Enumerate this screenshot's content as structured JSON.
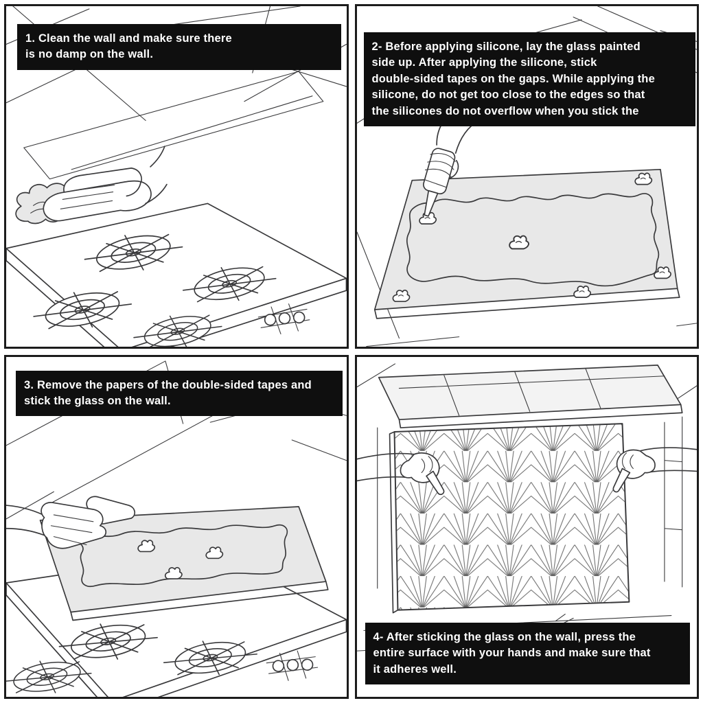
{
  "document": {
    "title": "Glass backsplash installation instructions"
  },
  "colors": {
    "page_background": "#ffffff",
    "panel_border": "#1c1c1c",
    "caption_background": "#0f0f0f",
    "caption_text": "#ffffff",
    "sketch_line": "#39393b",
    "glass_fill": "#e8e8e8"
  },
  "steps": [
    {
      "number": "1",
      "text": "1. Clean the wall and make sure there\nis no damp on the wall.",
      "illustration": "hands-wiping-with-cloth-above-gas-cooktop"
    },
    {
      "number": "2",
      "text": "2- Before applying silicone, lay the glass painted\nside up. After applying the silicone, stick\ndouble-sided tapes on the gaps. While applying the\nsilicone, do not get too close to the edges so that\nthe silicones do not overflow when you stick the",
      "illustration": "hand-applying-silicone-bead-on-glass-panel"
    },
    {
      "number": "3",
      "text": "3. Remove the papers of the double-sided tapes and\nstick the glass on the wall.",
      "illustration": "hands-placing-glass-panel-over-cooktop"
    },
    {
      "number": "4",
      "text": "4- After sticking the glass on the wall, press the\nentire surface with your hands and make sure that\nit adheres well.",
      "illustration": "hands-pressing-patterned-glass-below-range-hood"
    }
  ]
}
